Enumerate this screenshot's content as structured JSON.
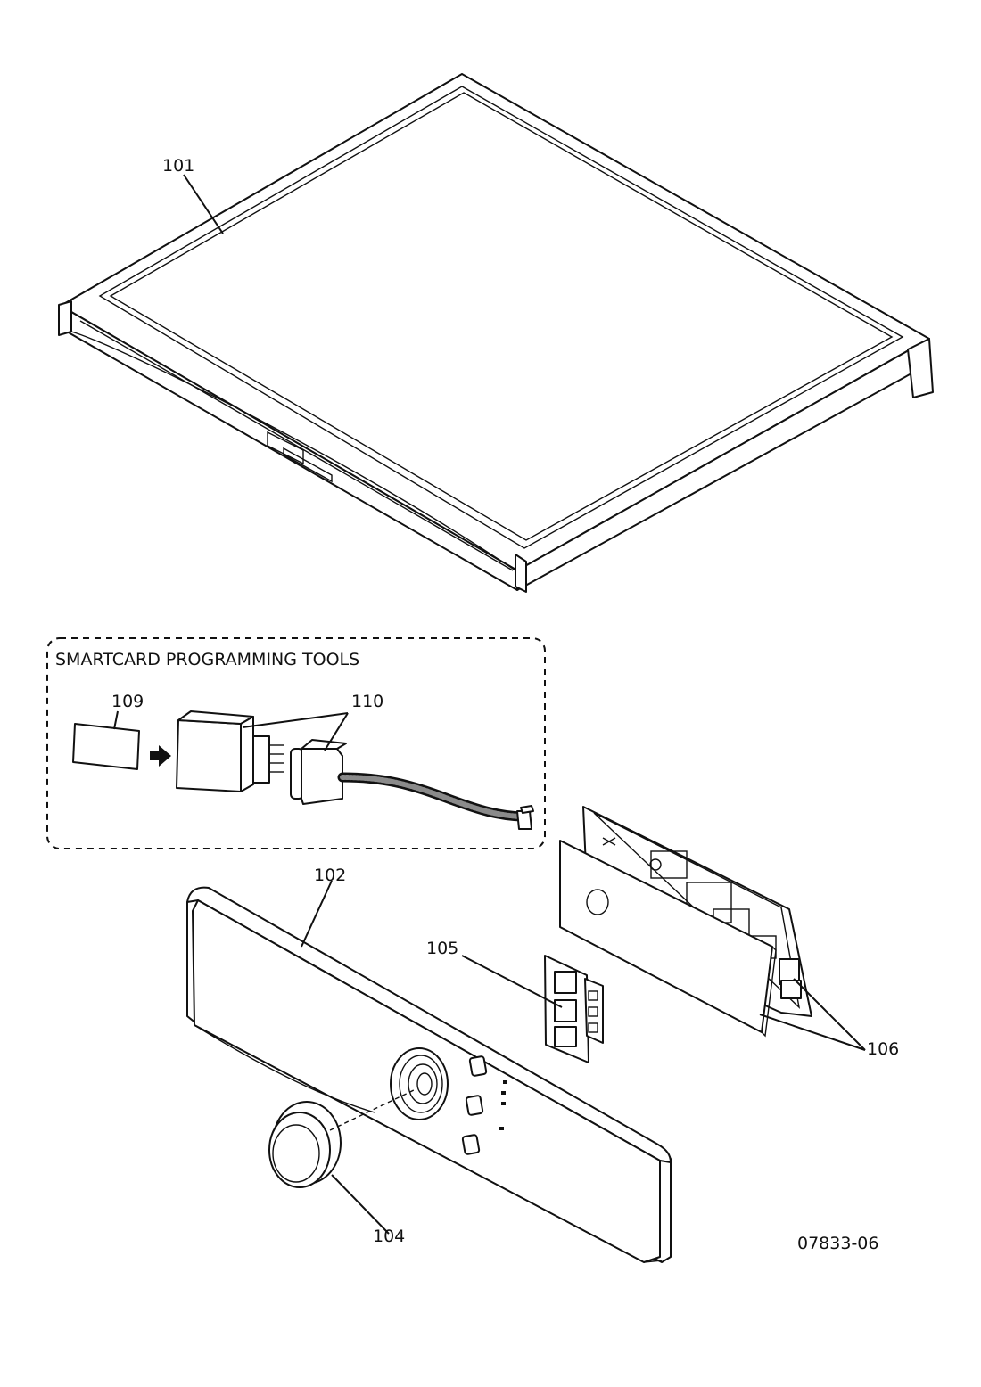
{
  "diagram": {
    "tools_box_title": "SMARTCARD PROGRAMMING TOOLS",
    "drawing_number": "07833-06",
    "callouts": {
      "c101": "101",
      "c102": "102",
      "c104": "104",
      "c105": "105",
      "c106": "106",
      "c109": "109",
      "c110": "110"
    }
  }
}
